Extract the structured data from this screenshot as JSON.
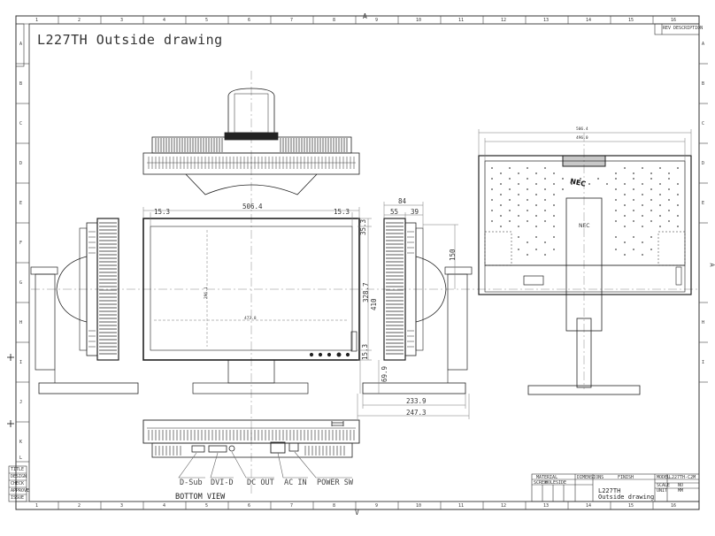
{
  "sheet": {
    "title": "L227TH Outside drawing",
    "revision_label": "REV DESCRIPTION",
    "top_marker": "A",
    "bottom_marker": "V",
    "right_marker": "A",
    "column_numbers": [
      "1",
      "2",
      "3",
      "4",
      "5",
      "6",
      "7",
      "8",
      "9",
      "10",
      "11",
      "12",
      "13",
      "14",
      "15",
      "16"
    ],
    "row_letters": [
      "A",
      "B",
      "C",
      "D",
      "E",
      "F",
      "G",
      "H",
      "I",
      "J",
      "K",
      "L"
    ]
  },
  "dimensions": {
    "front_width": "506.4",
    "bezel_left": "15.3",
    "bezel_right": "15.3",
    "panel_top": "35.3",
    "overall_height": "328.7",
    "panel_bottom": "15.3",
    "stand_height": "410",
    "side_depth": "84",
    "side_a": "55",
    "side_b": "39",
    "pivot_offset": "150",
    "base_height": "69.9",
    "base_depth_1": "233.9",
    "base_depth_2": "247.3",
    "screen_width": "473.8",
    "screen_height": "296.1",
    "rear_width_1": "506.4",
    "rear_width_2": "496.0"
  },
  "connectors": {
    "labels": [
      "D-Sub",
      "DVI-D",
      "DC OUT",
      "AC IN",
      "POWER SW"
    ],
    "view_label": "BOTTOM VIEW"
  },
  "title_block": {
    "model_name": "L227TH",
    "drawing_name": "Outside drawing",
    "material": "MATERIAL",
    "dimensions": "DIMENSIONS",
    "finish": "FINISH",
    "model": "MODEL",
    "scale": "SCALE",
    "unit": "UNIT",
    "model_value": "L227TH-C2M",
    "scale_value": "NO",
    "unit_value": "MM",
    "screw": "SCREW",
    "hole": "HOLE",
    "side": "SIDE",
    "brand": "NEC"
  },
  "side_panel_labels": [
    "TITLE",
    "DESIGN",
    "CHECK",
    "APPROVE",
    "ISSUE"
  ]
}
